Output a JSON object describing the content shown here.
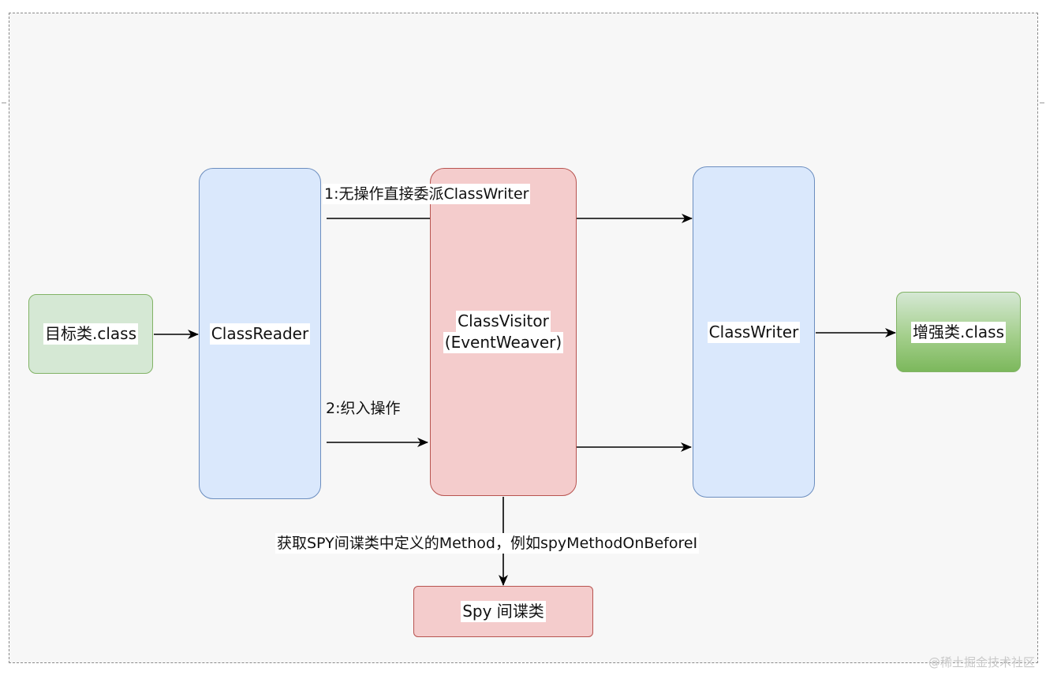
{
  "nodes": {
    "target_class": "目标类.class",
    "class_reader": "ClassReader",
    "class_visitor_line1": "ClassVisitor",
    "class_visitor_line2": "(EventWeaver)",
    "class_writer": "ClassWriter",
    "enhanced_class": "增强类.class",
    "spy": "Spy 间谍类"
  },
  "edge_labels": {
    "direct_delegate": "1:无操作直接委派ClassWriter",
    "weave": "2:织入操作",
    "get_spy_method": "获取SPY间谍类中定义的Method，例如spyMethodOnBeforeI"
  },
  "watermark": "@稀土掘金技术社区",
  "colors": {
    "green_fill": "#d5e8d4",
    "green_stroke": "#82b366",
    "blue_fill": "#dae8fc",
    "blue_stroke": "#6c8ebf",
    "red_fill": "#f4cccc",
    "red_stroke": "#b85450"
  }
}
